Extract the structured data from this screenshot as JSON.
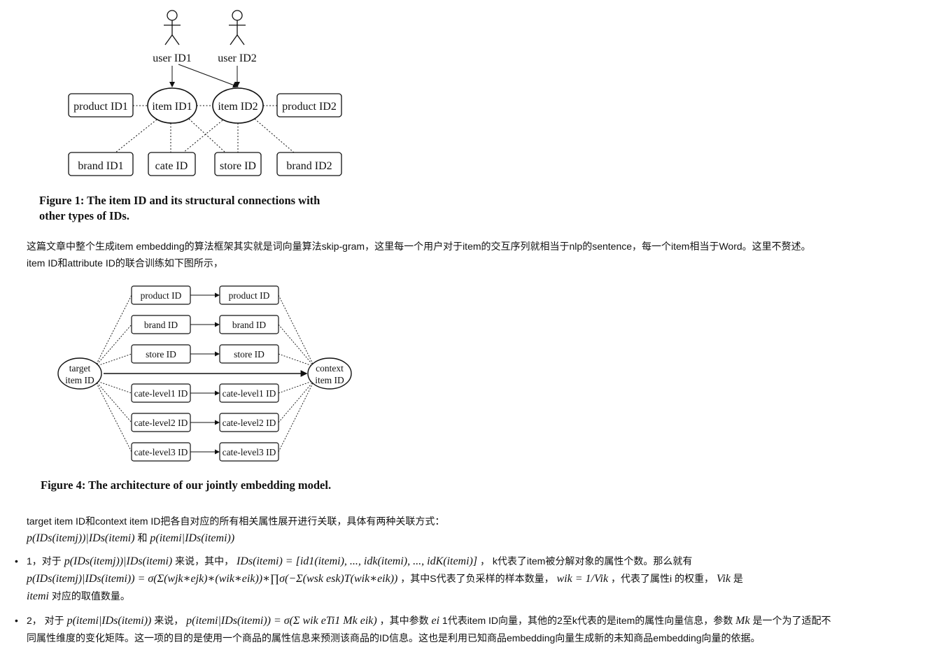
{
  "figure1": {
    "users": [
      "user ID1",
      "user ID2"
    ],
    "items": [
      "item ID1",
      "item ID2"
    ],
    "products": [
      "product ID1",
      "product ID2"
    ],
    "attributes": [
      "brand ID1",
      "cate ID",
      "store ID",
      "brand ID2"
    ],
    "caption_line1": "Figure 1: The item ID and its structural connections with",
    "caption_line2": "other types of IDs."
  },
  "paragraph1": {
    "line1": "这篇文章中整个生成item embedding的算法框架其实就是词向量算法skip-gram，这里每一个用户对于item的交互序列就相当于nlp的sentence，每一个item相当于Word。这里不赘述。",
    "line2": "item ID和attribute ID的联合训练如下图所示，"
  },
  "figure4": {
    "target_line1": "target",
    "target_line2": "item ID",
    "context_line1": "context",
    "context_line2": "item ID",
    "rows": [
      "product ID",
      "brand ID",
      "store ID",
      "cate-level1 ID",
      "cate-level2 ID",
      "cate-level3 ID"
    ],
    "caption": "Figure 4: The architecture of our jointly embedding model."
  },
  "paragraph2": {
    "line1": "target item ID和context item ID把各自对应的所有相关属性展开进行关联，具体有两种关联方式：",
    "formula_a": "p(IDs(itemj))|IDs(itemi)",
    "conj": "和",
    "formula_b": "p(itemi|IDs(itemi))"
  },
  "bullet1": {
    "prefix": "1，对于",
    "formula_a": "p(IDs(itemj))|IDs(itemi)",
    "mid1": "来说，其中，",
    "formula_b": "IDs(itemi) = [id1(itemi), ..., idk(itemi), ..., idK(itemi)]",
    "mid2": "， k代表了item被分解对象的属性个数。那么就有",
    "formula_c": "p(IDs(itemj)|IDs(itemi)) = σ(Σ(wjk∗ejk)∗(wik∗eik))∗∏σ(−Σ(wsk esk)T(wik∗eik))",
    "mid3": "，其中S代表了负采样的样本数量，",
    "formula_d": "wik = 1/Vik",
    "mid4": "，代表了属性i 的权重，",
    "formula_e": "Vik",
    "mid5": "是",
    "formula_f": "itemi",
    "suffix": "对应的取值数量。"
  },
  "bullet2": {
    "prefix": "2， 对于",
    "formula_a": "p(itemi|IDs(itemi))",
    "mid1": "来说，",
    "formula_b": "p(itemi|IDs(itemi)) = σ(Σ wik eTi1 Mk eik)",
    "mid2": "，其中参数",
    "formula_c": "ei",
    "mid3": "1代表item ID向量，其他的2至k代表的是item的属性向量信息，参数",
    "formula_d": "Mk",
    "mid4": "是一个为了适配不",
    "line2": "同属性维度的变化矩阵。这一项的目的是使用一个商品的属性信息来预测该商品的ID信息。这也是利用已知商品embedding向量生成新的未知商品embedding向量的依据。"
  }
}
